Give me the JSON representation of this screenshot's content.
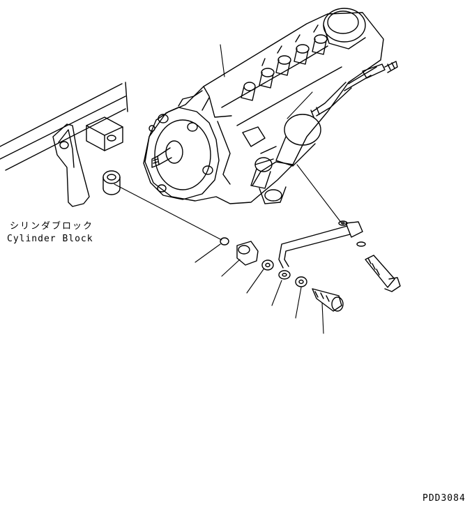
{
  "labels": {
    "part_name_jp": "シリンダブロック",
    "part_name_en": "Cylinder Block",
    "drawing_code": "PDD3084"
  },
  "colors": {
    "line": "#000000",
    "background": "#ffffff"
  }
}
